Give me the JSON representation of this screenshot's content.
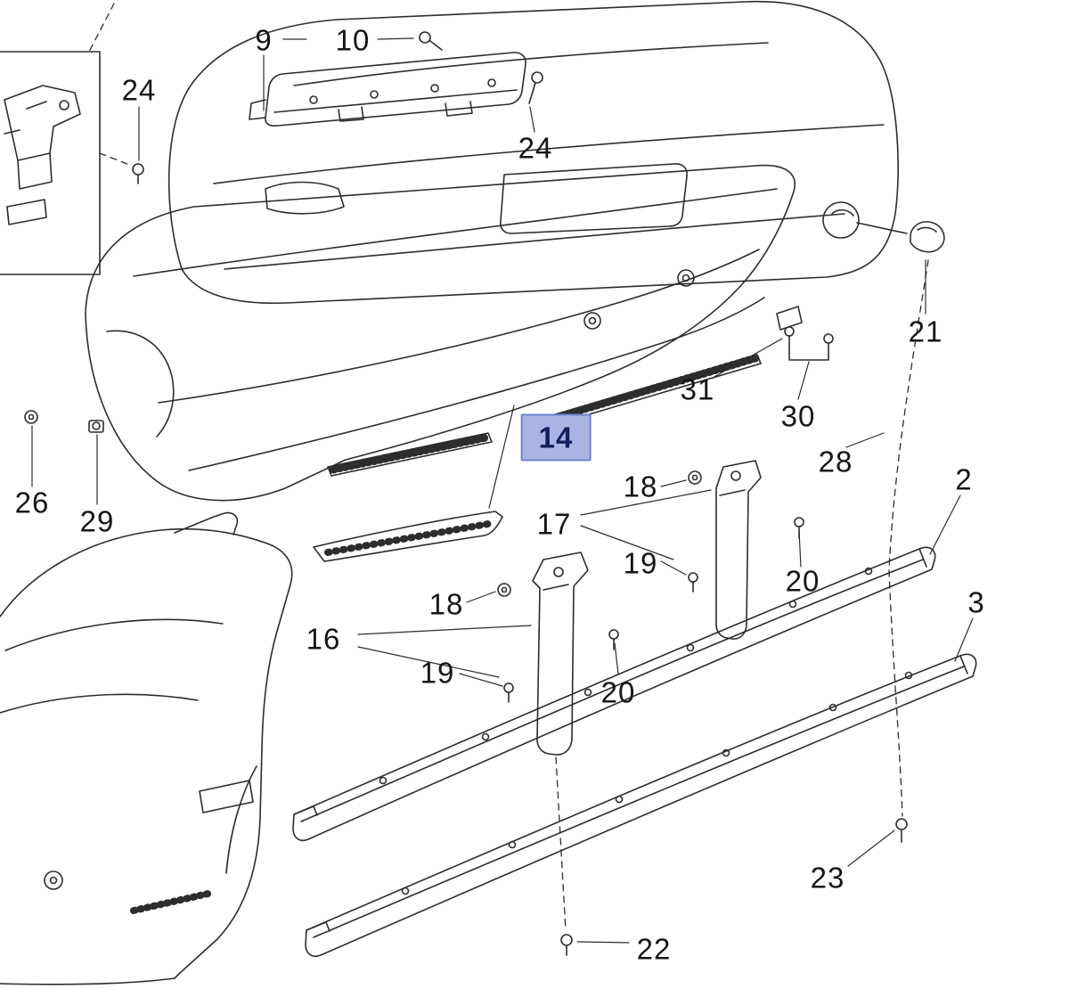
{
  "diagram": {
    "description": "Rear bumper exploded parts diagram",
    "background_color": "#ffffff",
    "line_color": "#2d2d2d",
    "highlight_fill": "#a9b4e4",
    "highlight_border": "#7483cf",
    "selected_part": "14"
  },
  "callouts": [
    {
      "id": "9",
      "label": "9",
      "highlighted": false
    },
    {
      "id": "10",
      "label": "10",
      "highlighted": false
    },
    {
      "id": "24-left",
      "label": "24",
      "highlighted": false
    },
    {
      "id": "24-top",
      "label": "24",
      "highlighted": false
    },
    {
      "id": "21",
      "label": "21",
      "highlighted": false
    },
    {
      "id": "31",
      "label": "31",
      "highlighted": false
    },
    {
      "id": "30",
      "label": "30",
      "highlighted": false
    },
    {
      "id": "28",
      "label": "28",
      "highlighted": false
    },
    {
      "id": "14",
      "label": "14",
      "highlighted": true
    },
    {
      "id": "26",
      "label": "26",
      "highlighted": false
    },
    {
      "id": "29",
      "label": "29",
      "highlighted": false
    },
    {
      "id": "18-right",
      "label": "18",
      "highlighted": false
    },
    {
      "id": "17",
      "label": "17",
      "highlighted": false
    },
    {
      "id": "19-right",
      "label": "19",
      "highlighted": false
    },
    {
      "id": "20-right",
      "label": "20",
      "highlighted": false
    },
    {
      "id": "2",
      "label": "2",
      "highlighted": false
    },
    {
      "id": "18-left",
      "label": "18",
      "highlighted": false
    },
    {
      "id": "16",
      "label": "16",
      "highlighted": false
    },
    {
      "id": "19-left",
      "label": "19",
      "highlighted": false
    },
    {
      "id": "20-left",
      "label": "20",
      "highlighted": false
    },
    {
      "id": "3",
      "label": "3",
      "highlighted": false
    },
    {
      "id": "23",
      "label": "23",
      "highlighted": false
    },
    {
      "id": "22",
      "label": "22",
      "highlighted": false
    }
  ]
}
